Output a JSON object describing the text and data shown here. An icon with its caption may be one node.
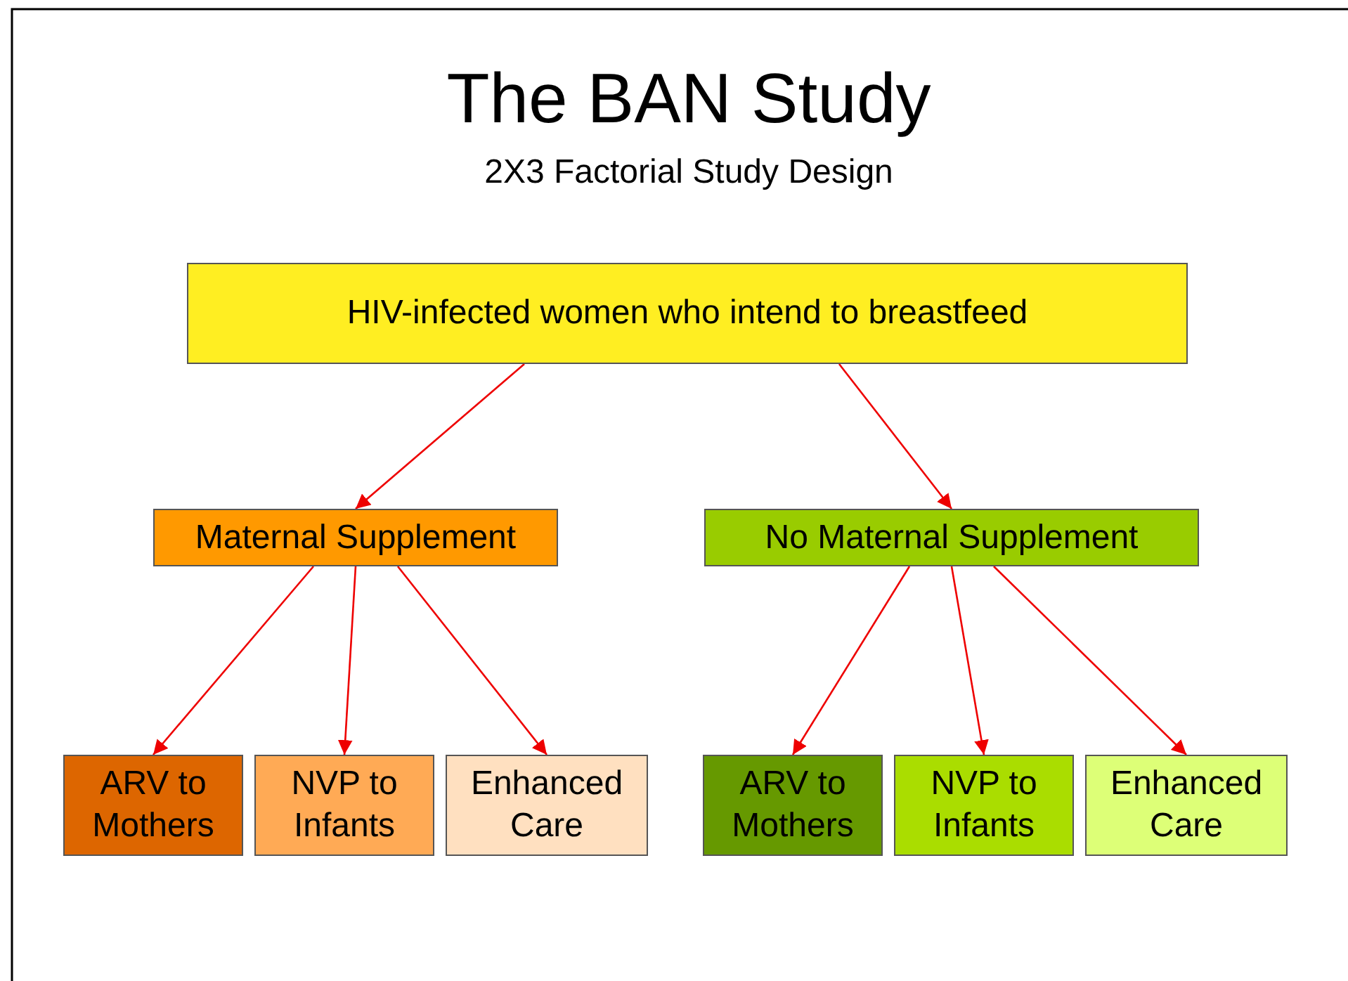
{
  "diagram": {
    "title": "The BAN Study",
    "caption": "2X3 Factorial Study Design",
    "nodes": [
      {
        "text": [
          "HIV-infected women who intend to breastfeed"
        ]
      },
      {
        "text": [
          "Maternal Supplement"
        ]
      },
      {
        "text": [
          "No Maternal Supplement"
        ]
      },
      {
        "text": [
          "ARV to Mothers"
        ]
      },
      {
        "text": [
          "NVP to Infants"
        ]
      },
      {
        "text": [
          "Enhanced Care"
        ]
      },
      {
        "text": [
          "ARV to Mothers"
        ]
      },
      {
        "text": [
          "NVP to Infants"
        ]
      },
      {
        "text": [
          "Enhanced Care"
        ]
      }
    ],
    "edges": [
      {
        "from": 0,
        "to": 1,
        "arrow": "to"
      },
      {
        "from": 0,
        "to": 2,
        "arrow": "to"
      },
      {
        "from": 1,
        "to": 3,
        "arrow": "to"
      },
      {
        "from": 1,
        "to": 4,
        "arrow": "to"
      },
      {
        "from": 1,
        "to": 5,
        "arrow": "to"
      },
      {
        "from": 2,
        "to": 6,
        "arrow": "to"
      },
      {
        "from": 2,
        "to": 7,
        "arrow": "to"
      },
      {
        "from": 2,
        "to": 8,
        "arrow": "to"
      }
    ]
  }
}
